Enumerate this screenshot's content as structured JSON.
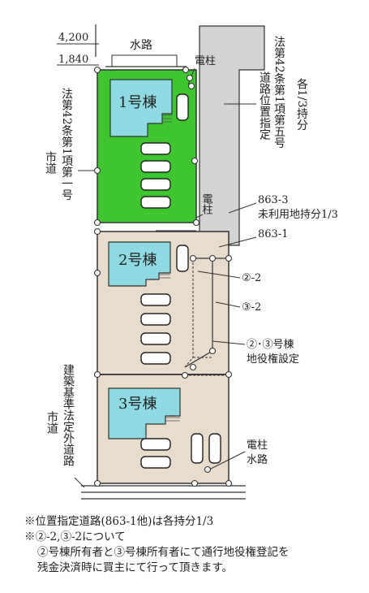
{
  "dims": {
    "top": "4,200",
    "second": "1,840"
  },
  "labels": {
    "waterway_top": "水路",
    "pole_top": "電柱",
    "left_road": "法第42条第1項第一号",
    "left_road_city": "市道",
    "right_road": "法第42条第1項第五号",
    "right_road_2": "道路位置指定",
    "share": "各1/3持分",
    "lot_863_3": "863-3",
    "unused_land": "未利用地持分1/3",
    "pole_mid": "電柱",
    "lot_863_1": "863-1",
    "marker_2_2": "②-2",
    "marker_3_2": "③-2",
    "easement_1": "②･③号棟",
    "easement_2": "地役権設定",
    "bottom_left_1": "建築基準法定外道路",
    "bottom_left_2": "市道",
    "pole_bottom": "電柱",
    "waterway_bottom": "水路"
  },
  "buildings": [
    {
      "name": "1号棟",
      "color": "#8fd9e3"
    },
    {
      "name": "2号棟",
      "color": "#8fd9e3"
    },
    {
      "name": "3号棟",
      "color": "#8fd9e3"
    }
  ],
  "lots": [
    {
      "id": "lot1",
      "color": "#3ec62f"
    },
    {
      "id": "lot2",
      "color": "#e8dccd"
    },
    {
      "id": "lot3",
      "color": "#e8dccd"
    }
  ],
  "road_color": "#d3d3d3",
  "notes": {
    "line1": "※位置指定道路(863-1他)は各持分1/3",
    "line2": "※②-2,③-2について",
    "line3": "②号棟所有者と③号棟所有者にて通行地役権登記を",
    "line4": "残金決済時に買主にて行って頂きます。"
  }
}
